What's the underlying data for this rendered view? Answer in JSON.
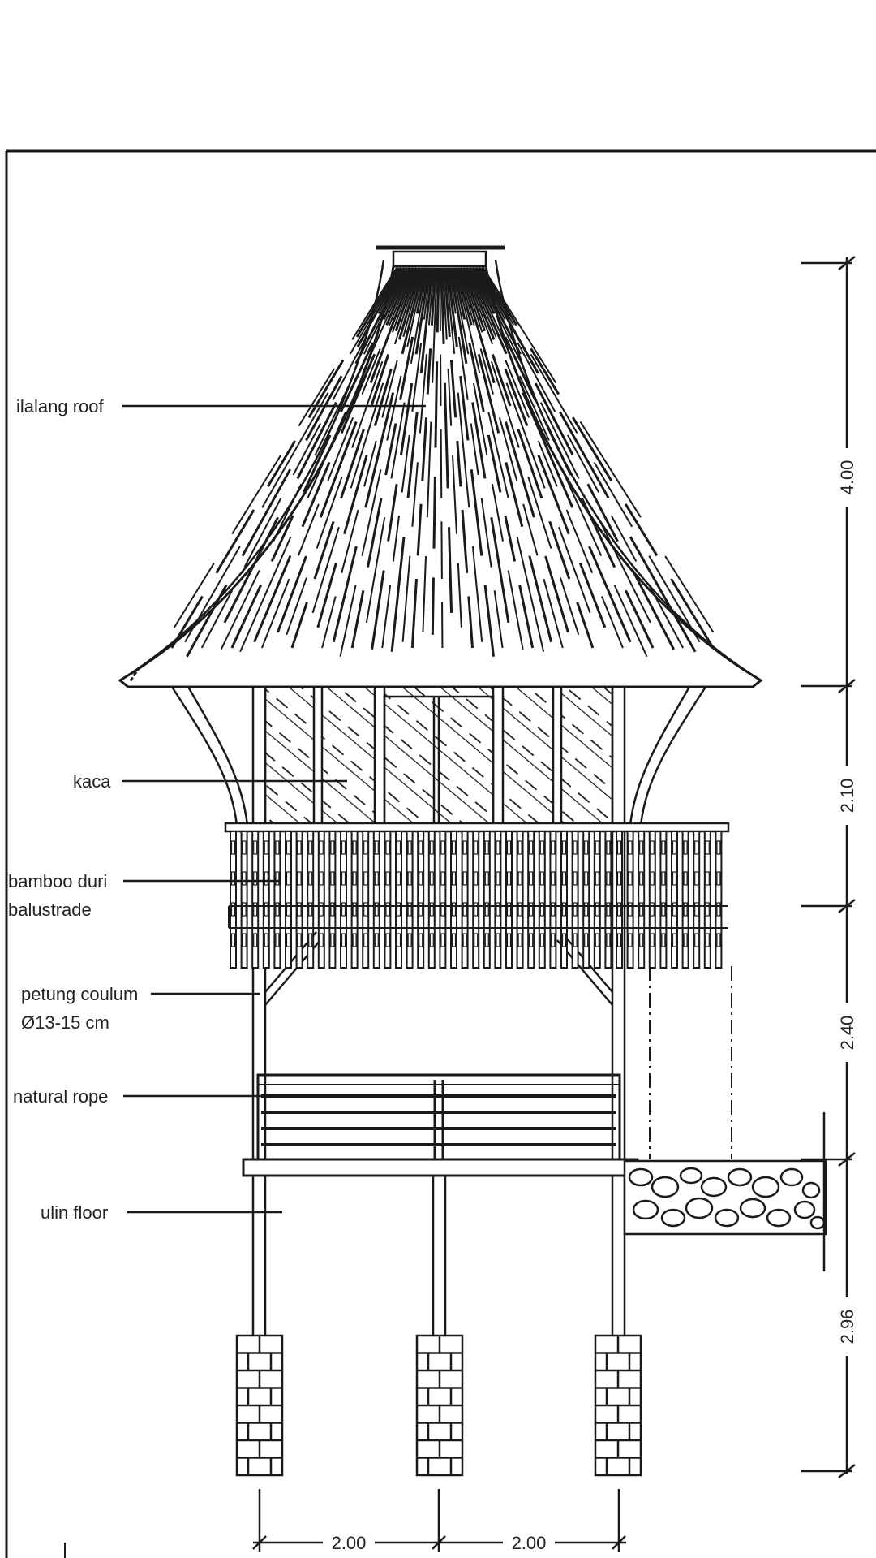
{
  "labels": {
    "roof": "ilalang roof",
    "glass": "kaca",
    "balustrade_line1": "bamboo duri",
    "balustrade_line2": "balustrade",
    "column_line1": "petung coulum",
    "column_line2": "Ø13-15 cm",
    "rope": "natural rope",
    "floor": "ulin floor"
  },
  "dimensions": {
    "vertical": [
      "4.00",
      "2.10",
      "2.40",
      "2.96"
    ],
    "horizontal": [
      "2.00",
      "2.00"
    ]
  },
  "colors": {
    "line": "#1a1a1a",
    "paper": "#ffffff"
  }
}
